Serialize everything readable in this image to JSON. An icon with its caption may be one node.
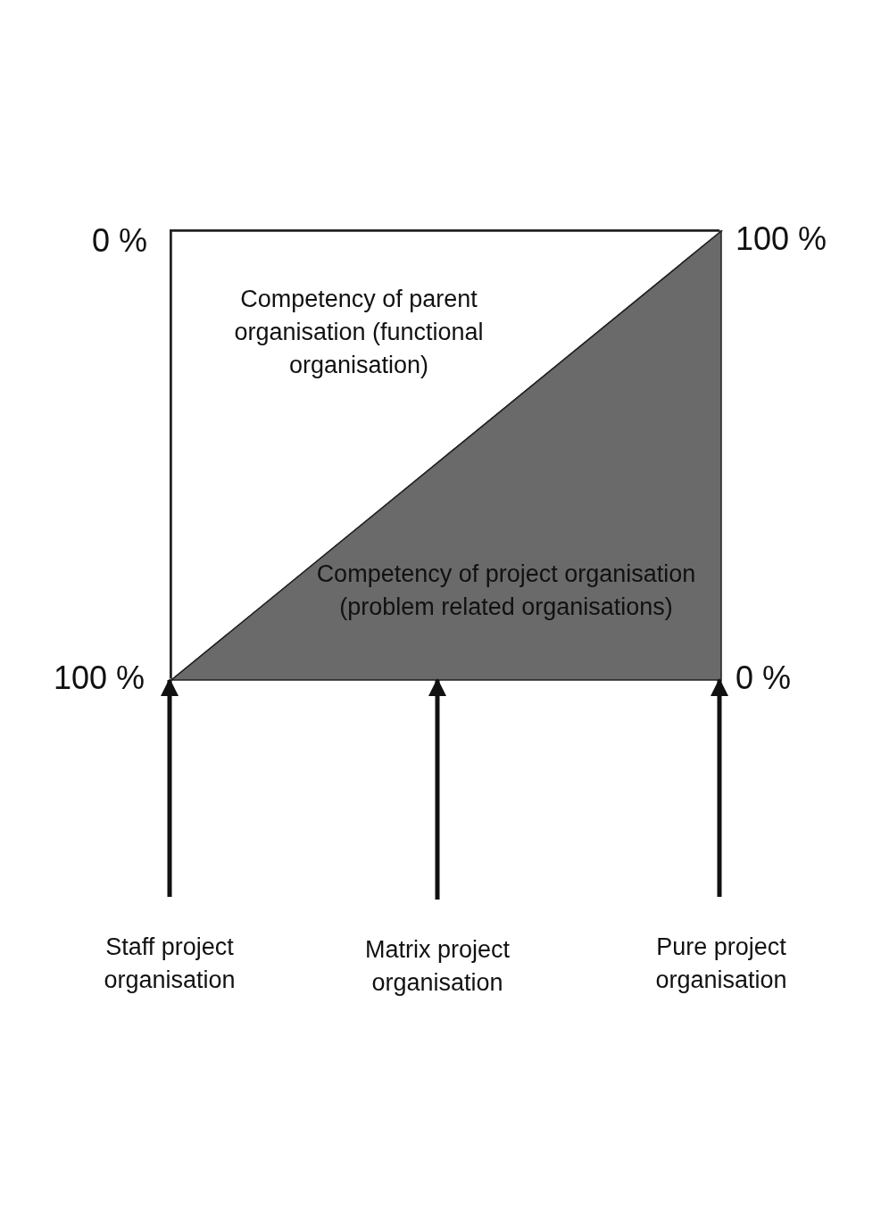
{
  "diagram": {
    "nodes": [
      {
        "text": [],
        "shape": "box"
      },
      {
        "text": [
          "Competency of parent organisation (functional organisation)"
        ],
        "in": 0
      },
      {
        "text": [
          "Competency of project organisation (problem related organisations)"
        ],
        "in": 0
      },
      {
        "text": [
          "Staff project organisation"
        ]
      },
      {
        "text": [
          "Matrix project organisation"
        ]
      },
      {
        "text": [
          "Pure project organisation"
        ]
      }
    ],
    "edges": [
      {
        "from": 3,
        "to": 0,
        "arrow": "to"
      },
      {
        "from": 4,
        "to": 0,
        "arrow": "to"
      },
      {
        "from": 5,
        "to": 0,
        "arrow": "to"
      }
    ],
    "labels": [
      "0 %",
      "100 %",
      "100 %",
      "0 %"
    ]
  }
}
